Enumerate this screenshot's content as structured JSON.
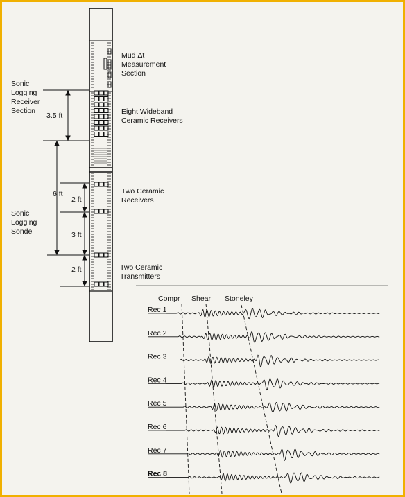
{
  "labels": {
    "mud_line1": "Mud Δt",
    "mud_line2": "Measurement",
    "mud_line3": "Section",
    "eight_line1": "Eight Wideband",
    "eight_line2": "Ceramic Receivers",
    "two_rec_line1": "Two Ceramic",
    "two_rec_line2": "Receivers",
    "two_tx_line1": "Two Ceramic",
    "two_tx_line2": "Transmitters",
    "rx_section_line1": "Sonic",
    "rx_section_line2": "Logging",
    "rx_section_line3": "Receiver",
    "rx_section_line4": "Section",
    "sonde_line1": "Sonic",
    "sonde_line2": "Logging",
    "sonde_line3": "Sonde"
  },
  "dimensions": {
    "d_3_5": "3.5 ft",
    "d_6": "6 ft",
    "d_2a": "2 ft",
    "d_3": "3 ft",
    "d_2b": "2 ft"
  },
  "waveforms": {
    "arrivals": [
      "Compr",
      "Shear",
      "Stoneley"
    ],
    "receivers": [
      "Rec 1",
      "Rec 2",
      "Rec 3",
      "Rec 4",
      "Rec 5",
      "Rec 6",
      "Rec 7",
      "Rec 8"
    ]
  },
  "colors": {
    "frame": "#f0b000",
    "ink": "#111111",
    "paper": "#f4f3ee"
  }
}
